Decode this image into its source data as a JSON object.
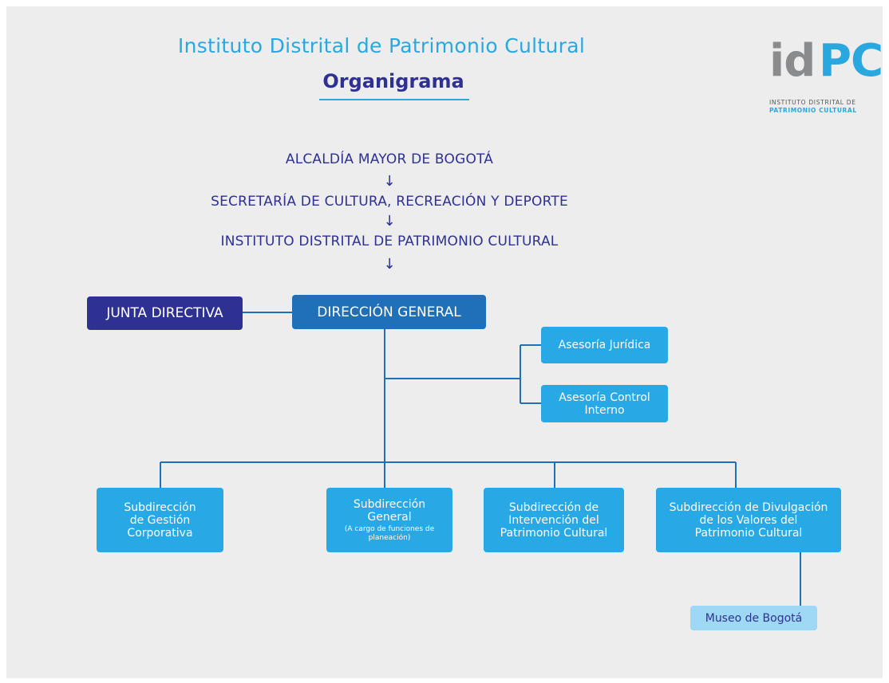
{
  "header": {
    "title": "Instituto Distrital de Patrimonio Cultural",
    "subtitle": "Organigrama"
  },
  "logo": {
    "id_text": "id",
    "pc_text": "PC",
    "line1": "INSTITUTO DISTRITAL DE",
    "line2": "PATRIMONIO CULTURAL"
  },
  "hierarchy": {
    "level1": "ALCALDÍA MAYOR DE BOGOTÁ",
    "level2": "SECRETARÍA DE CULTURA, RECREACIÓN Y DEPORTE",
    "level3": "INSTITUTO DISTRITAL DE PATRIMONIO CULTURAL",
    "arrow": "↓"
  },
  "boxes": {
    "junta": "JUNTA DIRECTIVA",
    "direccion": "DIRECCIÓN GENERAL",
    "asesoria_juridica": "Asesoría Jurídica",
    "asesoria_control": "Asesoría Control\nInterno",
    "sub_gestion": "Subdirección\nde Gestión\nCorporativa",
    "sub_general": "Subdirección\nGeneral",
    "sub_general_note": "(A cargo de funciones de\nplaneación)",
    "sub_intervencion": "Subdirección de\nIntervención del\nPatrimonio Cultural",
    "sub_divulgacion": "Subdirección de Divulgación\nde los Valores del\nPatrimonio Cultural",
    "museo": "Museo de Bogotá"
  },
  "colors": {
    "title_blue": "#29a8df",
    "navy": "#2e3192",
    "mid_blue": "#1f6fb9",
    "light_blue": "#29a8e6",
    "pale_blue": "#9fd8f4",
    "background": "#ededee"
  }
}
